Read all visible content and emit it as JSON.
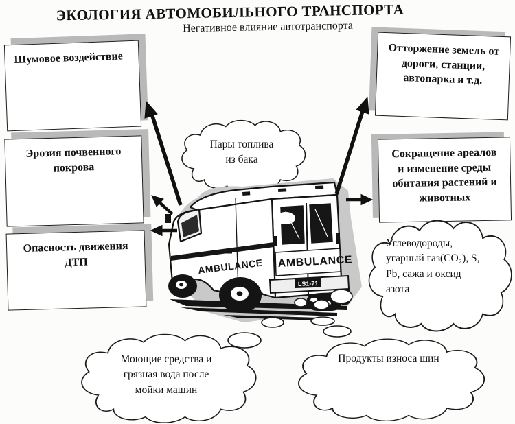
{
  "page": {
    "title": "ЭКОЛОГИЯ АВТОМОБИЛЬНОГО ТРАНСПОРТА",
    "subtitle": "Негативное влияние автотранспорта"
  },
  "boxes": {
    "noise": {
      "label": "Шумовое воздействие"
    },
    "erosion": {
      "label": "Эрозия почвенного\nпокрова"
    },
    "danger": {
      "label": "Опасность движения\nДТП"
    },
    "land": {
      "label": "Отторжение земель от\nдороги, станции,\nавтопарка и т.д."
    },
    "habitat": {
      "label": "Сокращение ареалов\nи изменение среды\nобитания растений и\nживотных"
    }
  },
  "clouds": {
    "fuel": {
      "label": "Пары топлива\nиз бака"
    },
    "emissions": {
      "label": "Углеводороды,\nугарный газ(CO₂), S,\nPb, сажа и оксид\nазота"
    },
    "washing": {
      "label": "Моющие средства и\nгрязная вода после\nмойки машин"
    },
    "tires": {
      "label": "Продукты износа шин"
    }
  },
  "vehicle": {
    "type": "ambulance-van",
    "side_label": "AMBULANCE",
    "rear_label": "AMBULANCE",
    "plate": "LS1-71"
  },
  "colors": {
    "ink": "#1a1a1a",
    "box_shadow_gray": "#b9b9b9",
    "vehicle_shadow_gray": "#c9c9c9",
    "background": "#fcfcfb"
  }
}
